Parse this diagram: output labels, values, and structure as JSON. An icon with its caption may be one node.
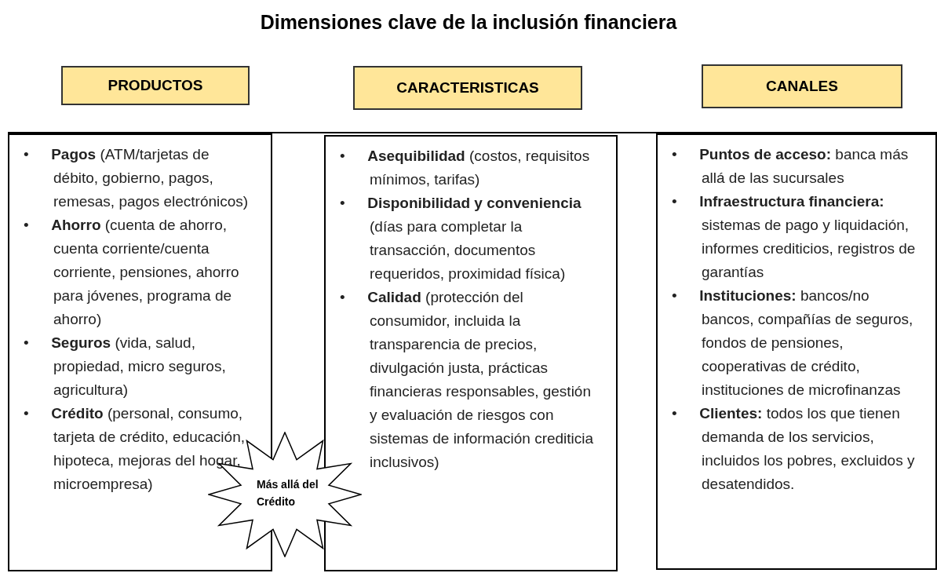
{
  "diagram": {
    "title": "Dimensiones clave de la inclusión financiera",
    "nodes": [
      {
        "text": [
          "PRODUCTOS"
        ]
      },
      {
        "text": [
          "CARACTERISTICAS"
        ]
      },
      {
        "text": [
          "CANALES"
        ]
      },
      {
        "text": [
          "• **Pagos** (ATM/tarjetas de débito, gobierno, pagos, remesas, pagos electrónicos)",
          "• **Ahorro** (cuenta de ahorro, cuenta corriente/cuenta corriente, pensiones, ahorro para jóvenes, programa de ahorro)",
          "• **Seguros** (vida, salud, propiedad, micro seguros, agricultura)",
          "• **Crédito** (personal, consumo, tarjeta de crédito, educación, hipoteca, mejoras del hogar, microempresa)"
        ]
      },
      {
        "text": [
          "• **Asequibilidad** (costos, requisitos mínimos, tarifas)",
          "• **Disponibilidad y conveniencia** (días para completar la transacción, documentos requeridos, proximidad física)",
          "• **Calidad** (protección del consumidor, incluida la transparencia de precios, divulgación justa, prácticas financieras responsables, gestión y evaluación de riesgos con sistemas de información crediticia inclusivos)"
        ]
      },
      {
        "text": [
          "• **Puntos de acceso:** banca más allá de las sucursales",
          "• **Infraestructura financiera:** sistemas de pago y liquidación, informes crediticios, registros de garantías",
          "• **Instituciones:** bancos/no bancos, compañías de seguros, fondos de pensiones, cooperativas de crédito, instituciones de microfinanzas",
          "• **Clientes:** todos los que tienen demanda de los servicios, incluidos los pobres, excluidos y desatendidos."
        ]
      },
      {
        "text": [
          "Más allá del Crédito"
        ]
      }
    ]
  }
}
